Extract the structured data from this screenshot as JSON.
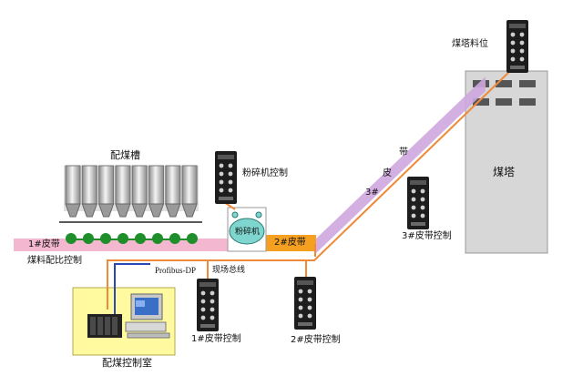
{
  "labels": {
    "silo_group": "配煤槽",
    "belt1": "1#皮带",
    "ratio_control": "煤料配比控制",
    "crusher_control": "粉碎机控制",
    "crusher": "粉碎机",
    "belt2": "2#皮带",
    "belt3_a": "带",
    "belt3_b": "皮",
    "belt3_c": "3#",
    "belt3_control": "3#皮带控制",
    "tower_level": "煤塔料位",
    "tower": "煤塔",
    "profibus": "Profibus-DP",
    "fieldbus": "现场总线",
    "belt1_control": "1#皮带控制",
    "belt2_control": "2#皮带控制",
    "control_room": "配煤控制室"
  },
  "colors": {
    "belt": "#f3b7cf",
    "belt3": "#cfa7df",
    "belt2": "#f5a020",
    "bus": "#ee8a3a",
    "link": "#2a49b0",
    "roller": "#1e8f2a",
    "tower": "#d7d7d7",
    "room": "#fffaa0",
    "crusher": "#7fd6cf"
  },
  "icons": {
    "io_module": "io-module-icon",
    "computer": "computer-icon",
    "plc": "plc-icon",
    "silo": "silo-icon"
  }
}
